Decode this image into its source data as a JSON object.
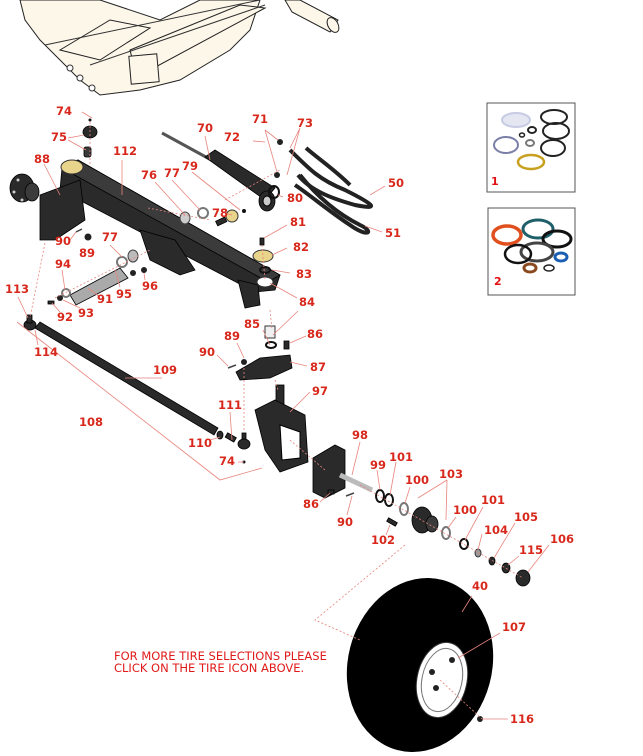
{
  "diagram": {
    "title": "Front Axle Assembly",
    "callouts": {
      "c74a": "74",
      "c75": "75",
      "c88": "88",
      "c112": "112",
      "c70": "70",
      "c71": "71",
      "c72": "72",
      "c73": "73",
      "c76": "76",
      "c77a": "77",
      "c79": "79",
      "c78": "78",
      "c80": "80",
      "c50": "50",
      "c51": "51",
      "c81": "81",
      "c82": "82",
      "c83": "83",
      "c84": "84",
      "c90a": "90",
      "c89a": "89",
      "c77b": "77",
      "c94": "94",
      "c95": "95",
      "c96": "96",
      "c91": "91",
      "c92": "92",
      "c93": "93",
      "c113": "113",
      "c114": "114",
      "c85": "85",
      "c86a": "86",
      "c89b": "89",
      "c90b": "90",
      "c87": "87",
      "c97": "97",
      "c109": "109",
      "c108": "108",
      "c111": "111",
      "c110": "110",
      "c74b": "74",
      "c98": "98",
      "c99": "99",
      "c101a": "101",
      "c100a": "100",
      "c103": "103",
      "c86b": "86",
      "c90c": "90",
      "c102": "102",
      "c100b": "100",
      "c101b": "101",
      "c104": "104",
      "c105": "105",
      "c106": "106",
      "c115": "115",
      "c40": "40",
      "c107": "107",
      "c116": "116"
    },
    "seal_kits": [
      {
        "number": "1",
        "colors": [
          "#c8cbe4",
          "#222222",
          "#c8a020"
        ]
      },
      {
        "number": "2",
        "colors": [
          "#e0501e",
          "#1f5f6a",
          "#1a5fb4",
          "#8a4a20"
        ]
      }
    ],
    "tire_note": {
      "line1": "FOR MORE TIRE SELECTIONS PLEASE",
      "line2": "CLICK ON THE TIRE ICON ABOVE."
    },
    "colors": {
      "callout": "#d8281c",
      "leader": "#e8847c",
      "frame": "#fdf7ea",
      "part": "#2a2a2a"
    }
  }
}
